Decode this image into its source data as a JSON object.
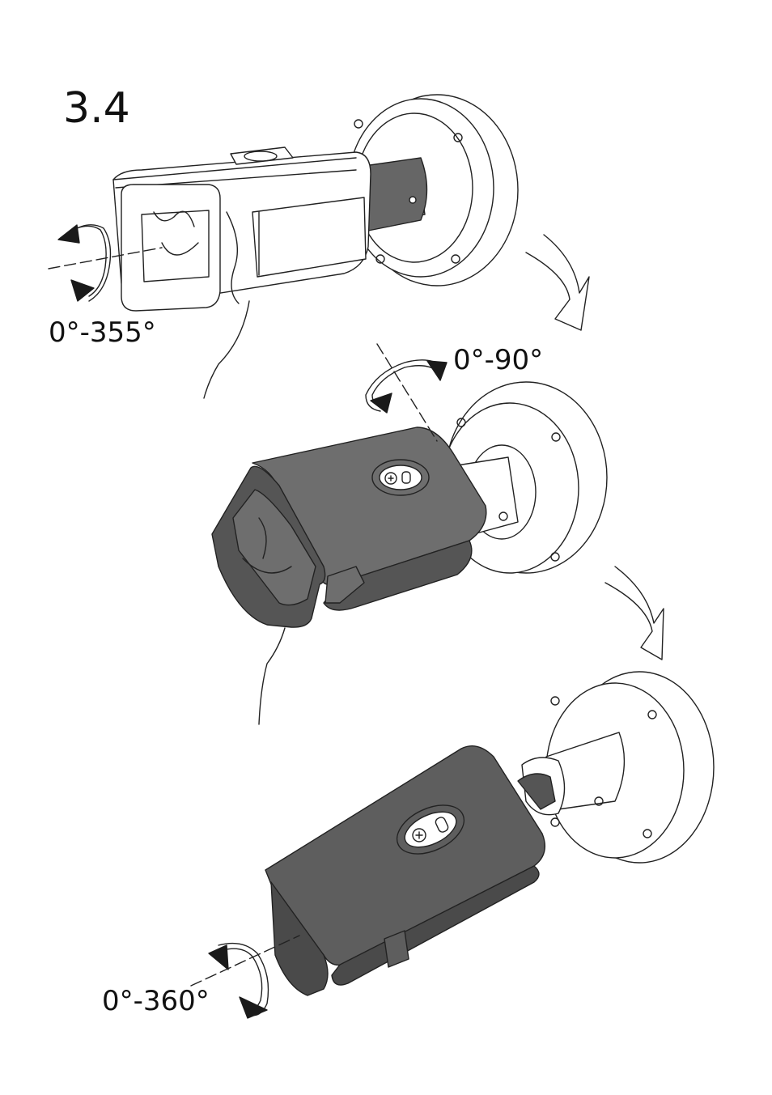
{
  "step_number": "3.4",
  "adjustments": [
    {
      "label": "0°-355°",
      "axis": "rotation"
    },
    {
      "label": "0°-90°",
      "axis": "tilt"
    },
    {
      "label": "0°-360°",
      "axis": "rotation"
    }
  ],
  "colors": {
    "line": "#222222",
    "dark_body": "#6e6e6e",
    "darker_body": "#555555",
    "light_body": "#ffffff",
    "arrow": "#1a1a1a"
  },
  "icons": [
    "camera-housing",
    "wall-mount-base",
    "screw",
    "rotation-arrow",
    "flow-arrow"
  ]
}
